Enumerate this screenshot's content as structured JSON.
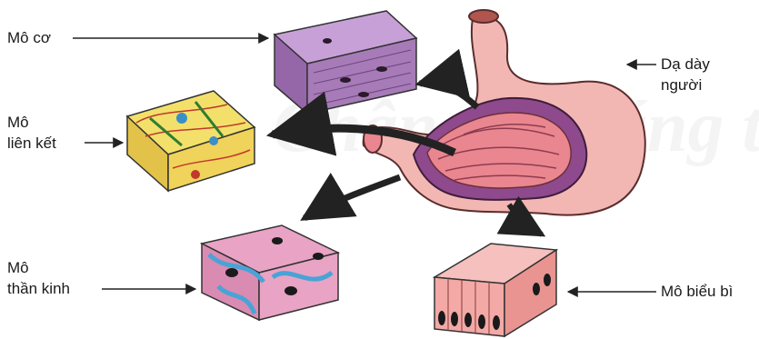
{
  "labels": {
    "muscle": "Mô cơ",
    "connective_line1": "Mô",
    "connective_line2": "liên kết",
    "nervous_line1": "Mô",
    "nervous_line2": "thần kinh",
    "epithelial": "Mô biểu bì",
    "stomach_line1": "Dạ dày",
    "stomach_line2": "người"
  },
  "watermark": "Chân trời sáng tạo",
  "colors": {
    "muscle": "#a67bb8",
    "connective_bg": "#f2e06a",
    "nervous_bg": "#e9a3c4",
    "nervous_fibers": "#4aa3d6",
    "epithelial": "#f3a9a6",
    "stomach": "#f3b7b3",
    "stomach_inner": "#8e4a8c",
    "arrow": "#222222"
  }
}
